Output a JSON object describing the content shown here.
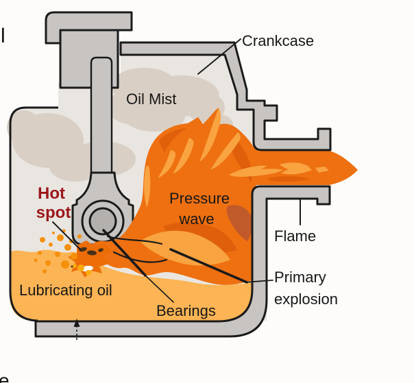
{
  "figure": {
    "labels": {
      "crankcase": "Crankcase",
      "oil_mist": "Oil Mist",
      "hot_spot_line1": "Hot",
      "hot_spot_line2": "spot",
      "pressure_line1": "Pressure",
      "pressure_line2": "wave",
      "flame": "Flame",
      "primary_line1": "Primary",
      "primary_line2": "explosion",
      "lubricating_oil": "Lubricating oil",
      "bearings": "Bearings"
    },
    "fragments": {
      "top_left": "l",
      "bottom_left": "e"
    },
    "colors": {
      "page_bg": "#fdfcfa",
      "interior": "#e9e6e1",
      "mist": "#d8cec2",
      "metal": "#c7c4c1",
      "metal_dark": "#b4b0ad",
      "flame": "#ee7010",
      "flame_light": "#f9a341",
      "flame_dark": "#df5f0a",
      "flame_brown": "#c15a2b",
      "flame_deep": "#ec6d07",
      "oil": "#fcb454",
      "spark": "#f5900a",
      "spark_bright": "#fbab0c",
      "splash_dark": "#46301a",
      "hot_spot_text": "#9c161a",
      "label_text": "#171717"
    }
  }
}
